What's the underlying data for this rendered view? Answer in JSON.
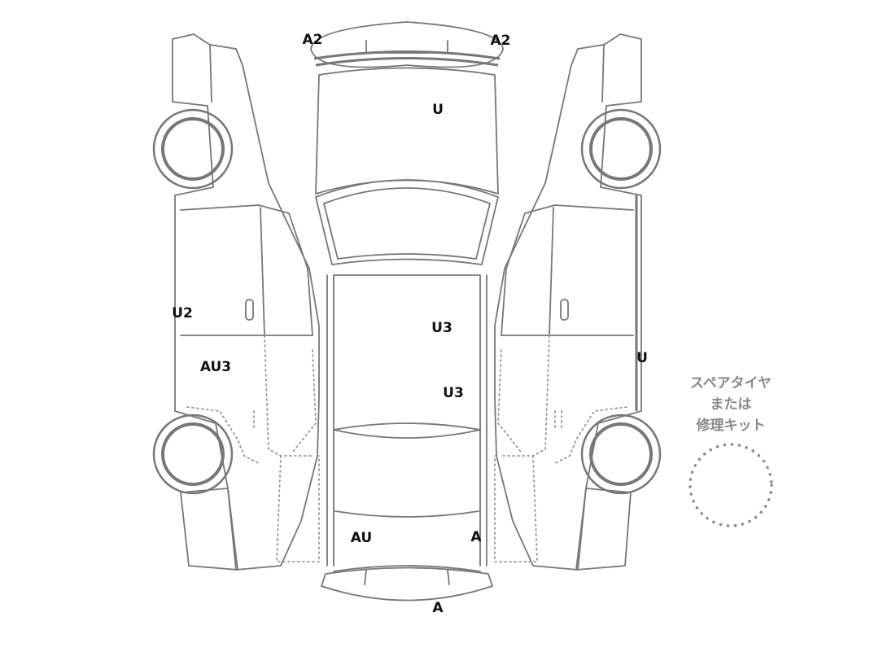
{
  "damage_marks": {
    "roof_left": "A2",
    "roof_right": "A2",
    "hood": "U",
    "left_door_front": "U2",
    "left_door_lower": "AU3",
    "roof_center": "U3",
    "roof_lower": "U3",
    "right_door": "U",
    "trunk_left": "AU",
    "trunk_right": "A",
    "rear_bumper": "A"
  },
  "spare_tire_label": {
    "line1": "スペアタイヤ",
    "line2": "または",
    "line3": "修理キット"
  },
  "colors": {
    "outline": "#777777",
    "mark_text": "#111111",
    "spare_text": "#8a8a8a"
  }
}
